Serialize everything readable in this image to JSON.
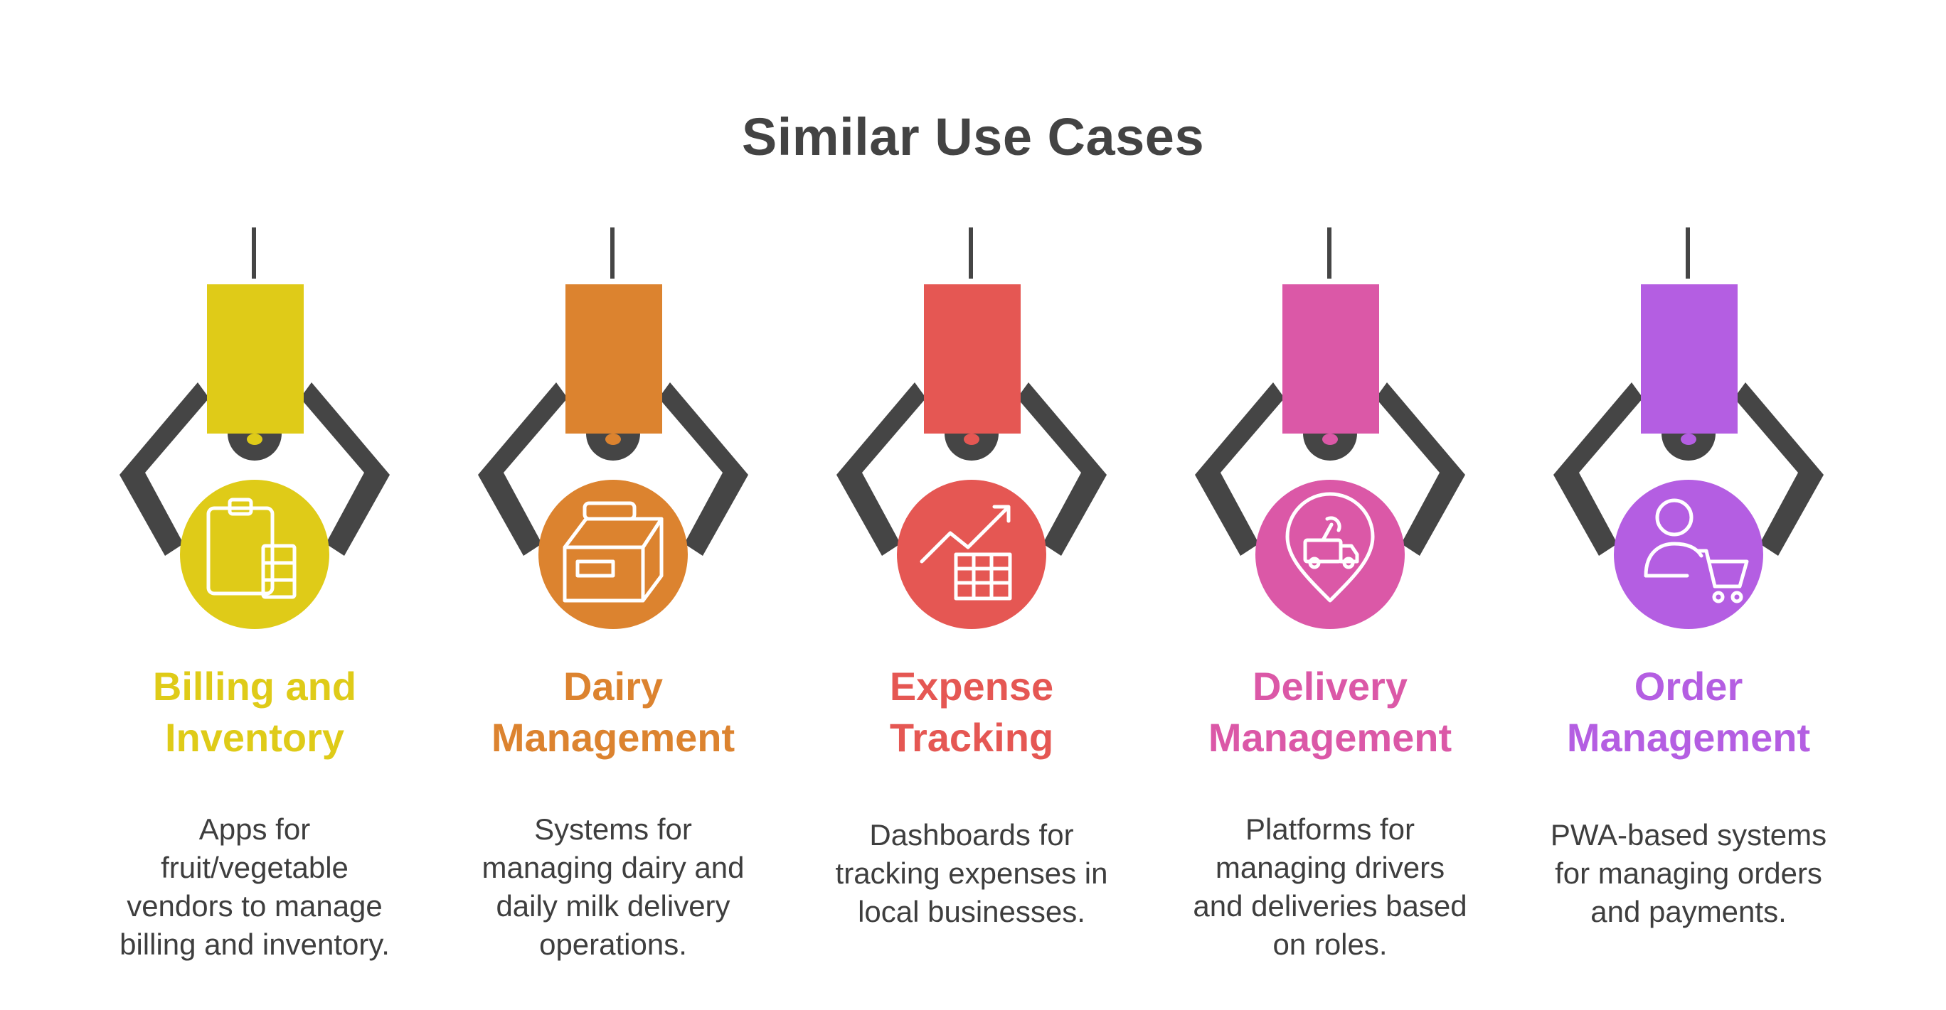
{
  "title": "Similar Use Cases",
  "colors": {
    "arm": "#454545",
    "title": "#434343",
    "text": "#3e3e3e"
  },
  "cards": [
    {
      "heading": [
        "Billing and",
        "Inventory"
      ],
      "desc": [
        "Apps for",
        "fruit/vegetable",
        "vendors to manage",
        "billing and inventory."
      ],
      "color": "#dfcb18",
      "icon": "clipboard-inventory-icon"
    },
    {
      "heading": [
        "Dairy",
        "Management"
      ],
      "desc": [
        "Systems for",
        "managing dairy and",
        "daily milk delivery",
        "operations."
      ],
      "color": "#dc832f",
      "icon": "milk-carton-icon"
    },
    {
      "heading": [
        "Expense",
        "Tracking"
      ],
      "desc": [
        "Dashboards for",
        "tracking expenses in",
        "local businesses."
      ],
      "color": "#e55753",
      "icon": "expense-chart-icon"
    },
    {
      "heading": [
        "Delivery",
        "Management"
      ],
      "desc": [
        "Platforms for",
        "managing drivers",
        "and deliveries based",
        "on roles."
      ],
      "color": "#db58a7",
      "icon": "delivery-location-icon"
    },
    {
      "heading": [
        "Order",
        "Management"
      ],
      "desc": [
        "PWA-based systems",
        "for managing orders",
        "and payments."
      ],
      "color": "#b45ee2",
      "icon": "user-cart-icon"
    }
  ]
}
